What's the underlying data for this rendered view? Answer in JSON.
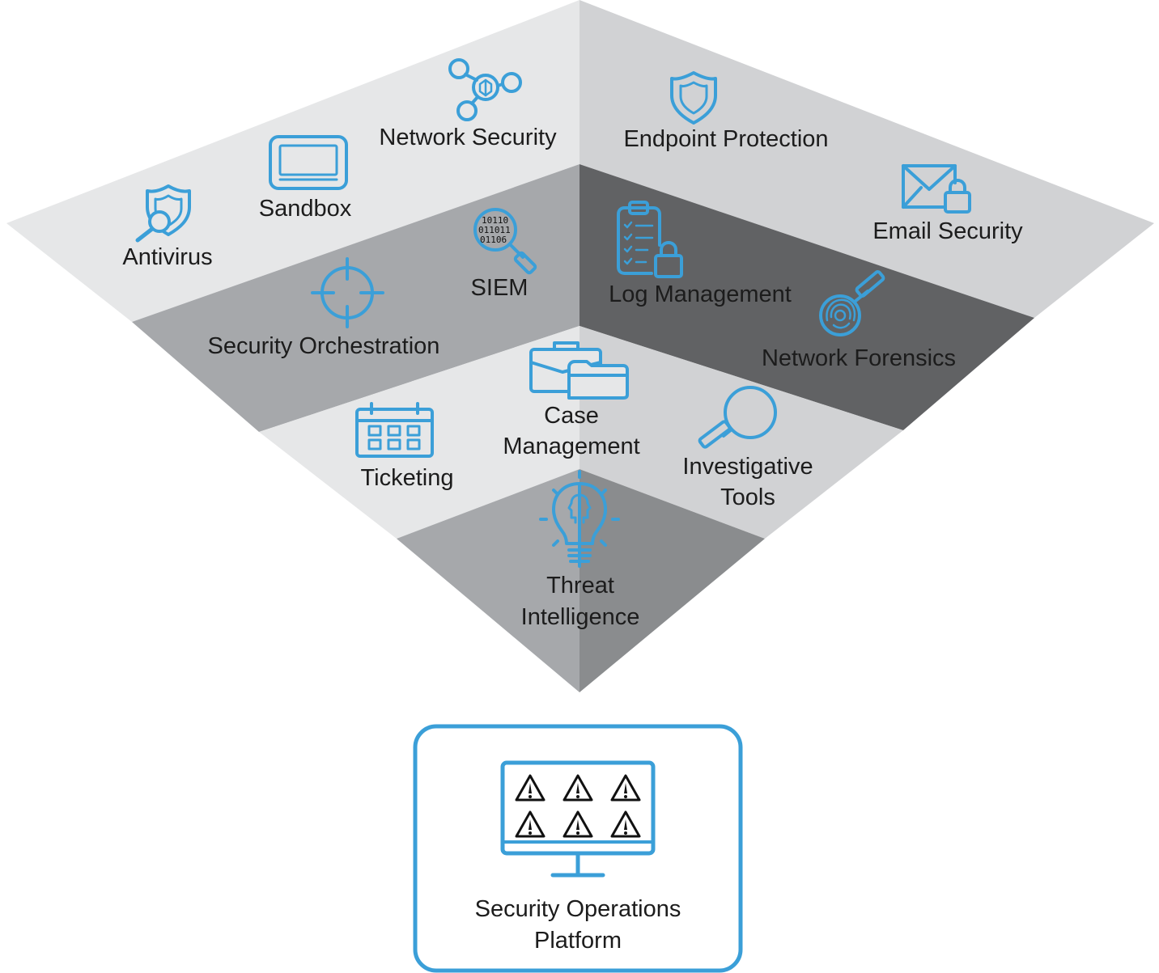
{
  "colors": {
    "icon_blue": "#3b9fd8",
    "zone_light": "#e6e7e8",
    "zone_light_right": "#d1d2d4",
    "zone_mid": "#a6a8ab",
    "zone_mid_right": "#8a8c8e",
    "zone_dark": "#616264",
    "label_text": "#1c1c1c"
  },
  "pyramid": {
    "tools": [
      {
        "id": "network-security",
        "label_lines": [
          "Network Security"
        ],
        "icon": "network-nodes-icon"
      },
      {
        "id": "endpoint-protection",
        "label_lines": [
          "Endpoint Protection"
        ],
        "icon": "shield-icon"
      },
      {
        "id": "sandbox",
        "label_lines": [
          "Sandbox"
        ],
        "icon": "monitor-icon"
      },
      {
        "id": "email-security",
        "label_lines": [
          "Email Security"
        ],
        "icon": "envelope-lock-icon"
      },
      {
        "id": "antivirus",
        "label_lines": [
          "Antivirus"
        ],
        "icon": "shield-magnifier-icon"
      },
      {
        "id": "siem",
        "label_lines": [
          "SIEM"
        ],
        "icon": "binary-magnifier-icon"
      },
      {
        "id": "log-management",
        "label_lines": [
          "Log Management"
        ],
        "icon": "clipboard-lock-icon"
      },
      {
        "id": "security-orchestration",
        "label_lines": [
          "Security Orchestration"
        ],
        "icon": "crosshair-icon"
      },
      {
        "id": "network-forensics",
        "label_lines": [
          "Network Forensics"
        ],
        "icon": "fingerprint-magnifier-icon"
      },
      {
        "id": "case-management",
        "label_lines": [
          "Case",
          "Management"
        ],
        "icon": "briefcase-folder-icon"
      },
      {
        "id": "ticketing",
        "label_lines": [
          "Ticketing"
        ],
        "icon": "calendar-icon"
      },
      {
        "id": "investigative-tools",
        "label_lines": [
          "Investigative",
          "Tools"
        ],
        "icon": "magnifier-icon"
      },
      {
        "id": "threat-intelligence",
        "label_lines": [
          "Threat",
          "Intelligence"
        ],
        "icon": "lightbulb-head-icon"
      }
    ],
    "binary_text": [
      "10110",
      "011011",
      "01106"
    ]
  },
  "platform": {
    "label_lines": [
      "Security Operations",
      "Platform"
    ],
    "icon": "monitor-alerts-icon",
    "alert_icon": "warning-triangle-icon",
    "alert_count": 6
  }
}
